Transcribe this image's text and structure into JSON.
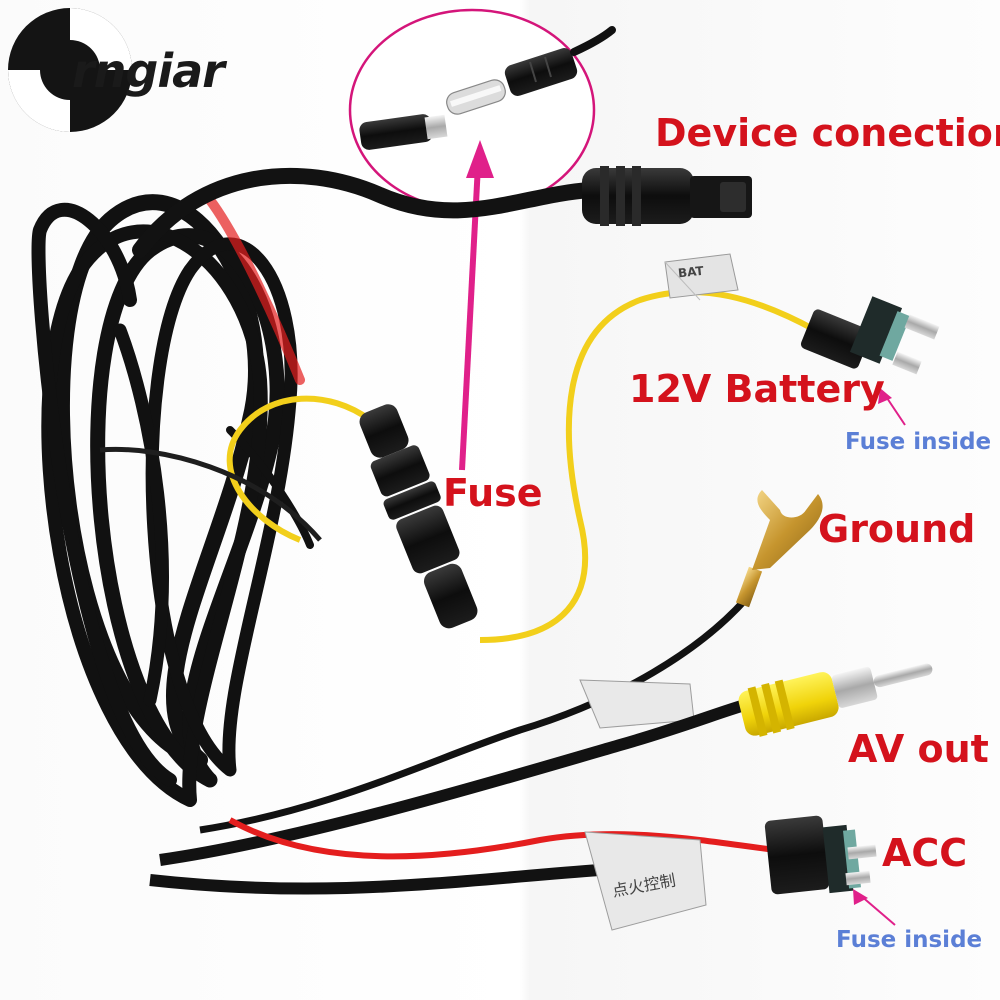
{
  "brand": {
    "logo_text": "rngiar"
  },
  "labels": {
    "device_connection": "Device conection",
    "battery_12v": "12V Battery",
    "fuse_inside_1": "Fuse inside",
    "fuse": "Fuse",
    "ground": "Ground",
    "av_out": "AV out",
    "acc": "ACC",
    "fuse_inside_2": "Fuse inside"
  },
  "tags": {
    "battery_tag": "BAT",
    "acc_tag": "点火控制"
  },
  "colors": {
    "label_red": "#d4121c",
    "label_blue": "#5b7fd6",
    "callout_pink": "#e0208a",
    "wire_yellow": "#f2cf1b",
    "wire_red": "#e41e1e",
    "rca_yellow": "#f5e10a"
  }
}
